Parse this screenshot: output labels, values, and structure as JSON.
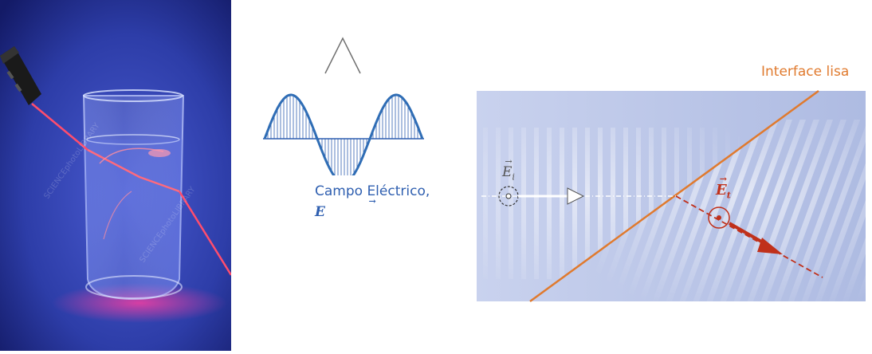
{
  "photo": {
    "watermark": "SCIENCEphotoLIBRARY"
  },
  "wave_diagram": {
    "caption_text": "Campo Eléctrico, ",
    "caption_symbol": "E"
  },
  "interface_diagram": {
    "title": "Interface lisa",
    "incident_label": "E",
    "incident_subscript": "i",
    "transmitted_label": "E",
    "transmitted_subscript": "t",
    "colors": {
      "interface_line": "#e07a2e",
      "transmitted": "#c0301a",
      "background": "#b7c3e6"
    }
  }
}
